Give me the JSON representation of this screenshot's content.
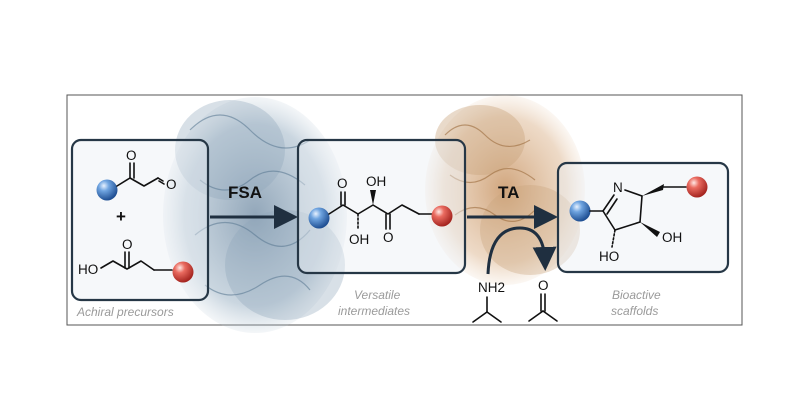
{
  "figure": {
    "steps": {
      "step1": "FSA",
      "step2": "TA"
    },
    "captions": {
      "left": "Achiral precursors",
      "middle_line1": "Versatile",
      "middle_line2": "intermediates",
      "right_line1": "Bioactive",
      "right_line2": "scaffolds"
    },
    "left_box": {
      "plus": "+",
      "o1": "O",
      "o2": "O",
      "o3": "O",
      "ho": "HO"
    },
    "middle_box": {
      "o_ketone1": "O",
      "oh_top": "OH",
      "oh_bottom": "OH",
      "o_ketone2": "O"
    },
    "amine": {
      "nh2": "NH2"
    },
    "ketone": {
      "o": "O"
    },
    "right_box": {
      "n": "N",
      "oh": "OH",
      "ho": "HO"
    },
    "colors": {
      "blue_sphere": "#2f6fc0",
      "red_sphere": "#d8403a",
      "box_border": "#263746",
      "protein_fsa": "#8fa7bb",
      "protein_ta": "#c9a27a"
    }
  }
}
